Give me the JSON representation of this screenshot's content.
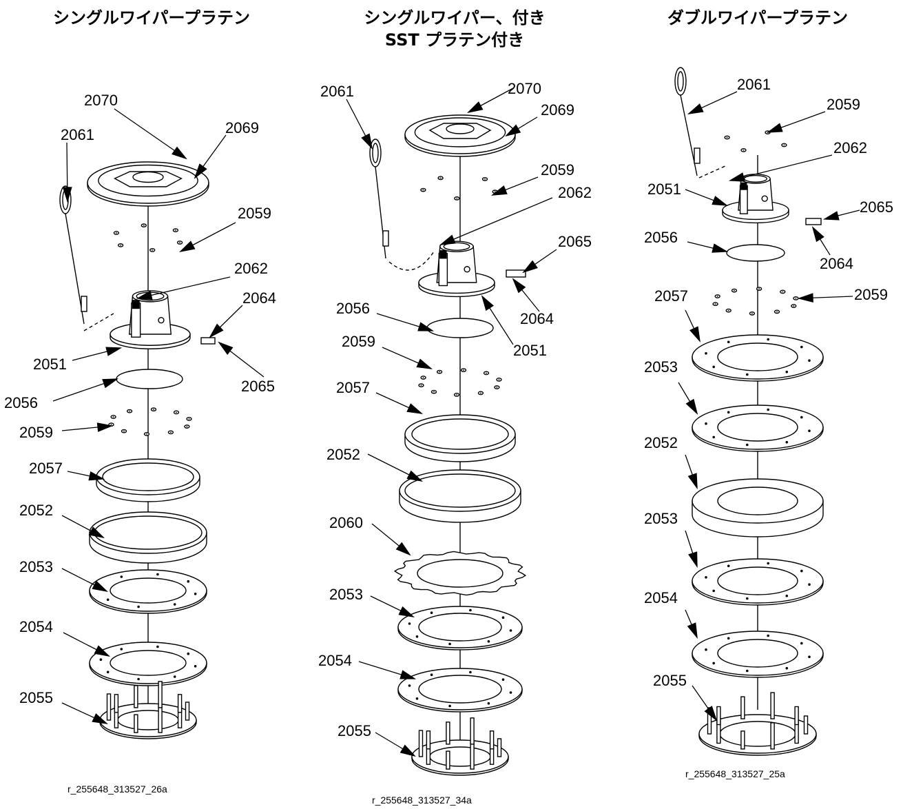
{
  "columns": [
    {
      "title_lines": [
        "シングルワイパープラテン"
      ],
      "figure_id": "r_255648_313527_26a",
      "labels": [
        "2070",
        "2069",
        "2061",
        "2059",
        "2062",
        "2064",
        "2051",
        "2065",
        "2056",
        "2059",
        "2057",
        "2052",
        "2053",
        "2054",
        "2055"
      ]
    },
    {
      "title_lines": [
        "シングルワイパー、付き",
        "SST プラテン付き"
      ],
      "figure_id": "r_255648_313527_34a",
      "labels": [
        "2061",
        "2070",
        "2069",
        "2059",
        "2062",
        "2065",
        "2064",
        "2056",
        "2051",
        "2059",
        "2057",
        "2052",
        "2060",
        "2053",
        "2054",
        "2055"
      ]
    },
    {
      "title_lines": [
        "ダブルワイパープラテン"
      ],
      "figure_id": "r_255648_313527_25a",
      "labels": [
        "2061",
        "2059",
        "2062",
        "2051",
        "2065",
        "2056",
        "2064",
        "2059",
        "2057",
        "2053",
        "2052",
        "2053",
        "2054",
        "2055"
      ]
    }
  ]
}
